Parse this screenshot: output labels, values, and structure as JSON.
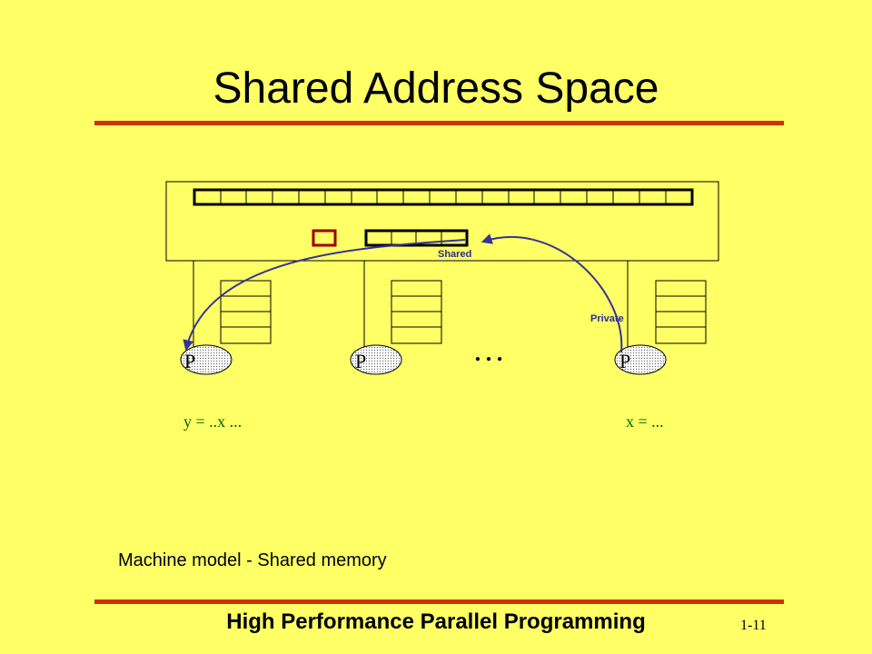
{
  "slide": {
    "title": "Shared Address Space",
    "caption": "Machine model - Shared memory",
    "footer": "High Performance Parallel Programming",
    "page_number": "1-11"
  },
  "diagram": {
    "processor_label": "P",
    "ellipsis": "…",
    "shared_label": "Shared",
    "private_label": "Private",
    "code_left": "y = ..x ...",
    "code_right": "x = ..."
  },
  "colors": {
    "background": "#FFFF66",
    "rule": "#CC3300",
    "arrow": "#333399",
    "code_text": "#006600",
    "highlight_box": "#990000"
  }
}
